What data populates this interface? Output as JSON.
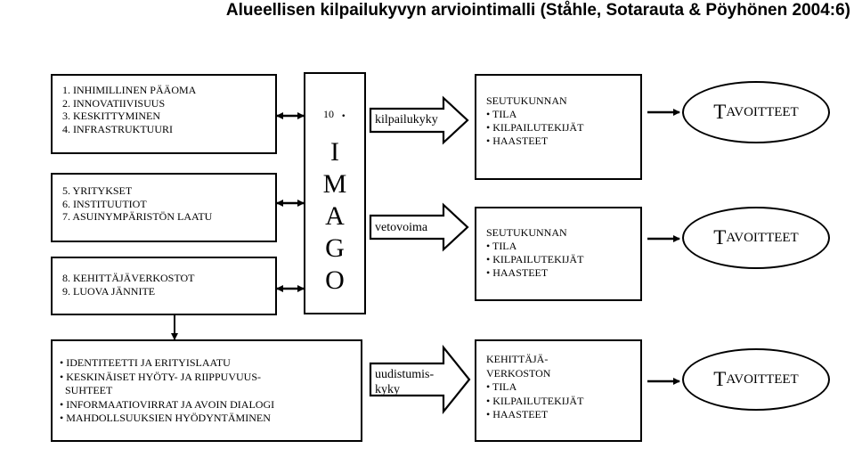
{
  "title": "Alueellisen kilpailukyvyn arviointimalli (Ståhle, Sotarauta & Pöyhönen 2004:6)",
  "factor_groups": [
    {
      "items": [
        "1. INHIMILLINEN PÄÄOMA",
        "2. INNOVATIIVISUUS",
        "3. KESKITTYMINEN",
        "4. INFRASTRUKTUURI"
      ]
    },
    {
      "items": [
        "5. YRITYKSET",
        "6. INSTITUUTIOT",
        "7. ASUINYMPÄRISTÖN LAATU"
      ]
    },
    {
      "items": [
        "8. KEHITTÄJÄVERKOSTOT",
        "9. LUOVA JÄNNITE"
      ]
    }
  ],
  "imago": {
    "number": "10",
    "letters": [
      "I",
      "M",
      "A",
      "G",
      "O"
    ]
  },
  "process_items": [
    "• IDENTITEETTI JA ERITYISLAATU",
    "• KESKINÄISET HYÖTY- JA RIIPPUVUUS-",
    "  SUHTEET",
    "• INFORMAATIOVIRRAT JA AVOIN DIALOGI",
    "• MAHDOLLSUUKSIEN HYÖDYNTÄMINEN"
  ],
  "arrow_labels": [
    [
      "kilpailukyky"
    ],
    [
      "vetovoima"
    ],
    [
      "uudistumis-",
      "kyky"
    ]
  ],
  "outcome_boxes": [
    {
      "lines": [
        "SEUTUKUNNAN",
        "• TILA",
        "• KILPAILUTEKIJÄT",
        "• HAASTEET"
      ]
    },
    {
      "lines": [
        "SEUTUKUNNAN",
        "• TILA",
        "• KILPAILUTEKIJÄT",
        "• HAASTEET"
      ]
    },
    {
      "lines": [
        "KEHITTÄJÄ-",
        "VERKOSTON",
        "• TILA",
        "• KILPAILUTEKIJÄT",
        "• HAASTEET"
      ]
    }
  ],
  "goals": [
    {
      "initial": "T",
      "rest": "AVOITTEET"
    },
    {
      "initial": "T",
      "rest": "AVOITTEET"
    },
    {
      "initial": "T",
      "rest": "AVOITTEET"
    }
  ]
}
